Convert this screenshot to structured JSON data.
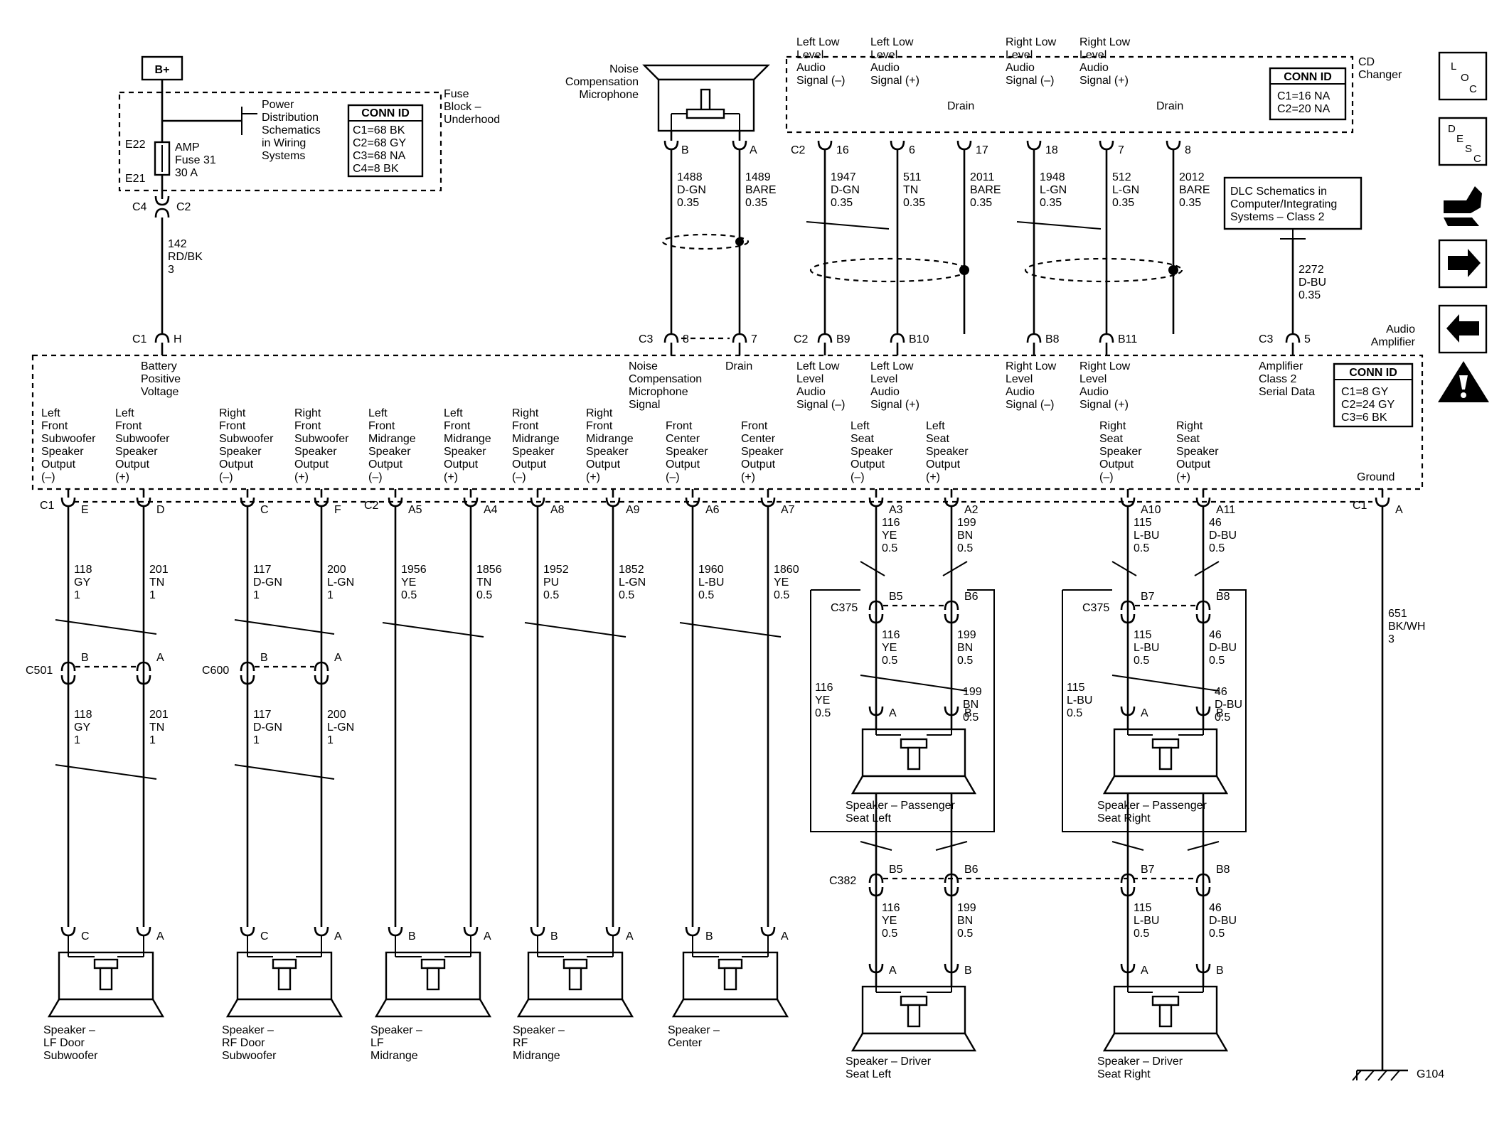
{
  "battery": "B+",
  "fuse_block": {
    "title": [
      "Fuse",
      "Block –",
      "Underhood"
    ],
    "power_distribution": [
      "Power",
      "Distribution",
      "Schematics",
      "in Wiring",
      "Systems"
    ],
    "e22": "E22",
    "e21": "E21",
    "fuse": [
      "AMP",
      "Fuse 31",
      "30 A"
    ],
    "conn_title": "CONN ID",
    "conn_lines": [
      "C1=68 BK",
      "C2=68 GY",
      "C3=68 NA",
      "C4=8 BK"
    ],
    "c4": "C4",
    "c2": "C2"
  },
  "battery_wire": [
    "142",
    "RD/BK",
    "3"
  ],
  "noise_mic": {
    "title": [
      "Noise",
      "Compensation",
      "Microphone"
    ],
    "pin_b": "B",
    "pin_a": "A",
    "wire_b": [
      "1488",
      "D-GN",
      "0.35"
    ],
    "wire_a": [
      "1489",
      "BARE",
      "0.35"
    ]
  },
  "cd_changer": {
    "title": [
      "CD",
      "Changer"
    ],
    "labels": [
      [
        "Left Low",
        "Level",
        "Audio",
        "Signal (–)"
      ],
      [
        "Left Low",
        "Level",
        "Audio",
        "Signal (+)"
      ],
      [
        "Drain"
      ],
      [
        "Right Low",
        "Level",
        "Audio",
        "Signal (–)"
      ],
      [
        "Right Low",
        "Level",
        "Audio",
        "Signal (+)"
      ],
      [
        "Drain"
      ]
    ],
    "conn_prefix": "C2",
    "pins": [
      "16",
      "6",
      "17",
      "18",
      "7",
      "8"
    ],
    "wires": [
      [
        "1947",
        "D-GN",
        "0.35"
      ],
      [
        "511",
        "TN",
        "0.35"
      ],
      [
        "2011",
        "BARE",
        "0.35"
      ],
      [
        "1948",
        "L-GN",
        "0.35"
      ],
      [
        "512",
        "L-GN",
        "0.35"
      ],
      [
        "2012",
        "BARE",
        "0.35"
      ]
    ],
    "conn_title": "CONN ID",
    "conn_lines": [
      "C1=16 NA",
      "C2=20 NA"
    ]
  },
  "dlc": {
    "box": [
      "DLC Schematics in",
      "Computer/Integrating",
      "Systems – Class 2"
    ],
    "wire": [
      "2272",
      "D-BU",
      "0.35"
    ]
  },
  "amplifier": {
    "title": [
      "Audio",
      "Amplifier"
    ],
    "conn_title": "CONN ID",
    "conn_lines": [
      "C1=8 GY",
      "C2=24 GY",
      "C3=6 BK"
    ],
    "top_connectors": [
      {
        "conn": "C1",
        "pin": "H",
        "label": [
          "Battery",
          "Positive",
          "Voltage"
        ]
      },
      {
        "conn": "C3",
        "pin": "8",
        "label": [
          "Noise",
          "Compensation",
          "Microphone",
          "Signal"
        ]
      },
      {
        "conn": "",
        "pin": "7",
        "label": [
          "Drain"
        ]
      },
      {
        "conn": "C2",
        "pin": "B9",
        "label": [
          "Left Low",
          "Level",
          "Audio",
          "Signal (–)"
        ]
      },
      {
        "conn": "",
        "pin": "B10",
        "label": [
          "Left Low",
          "Level",
          "Audio",
          "Signal (+)"
        ]
      },
      {
        "conn": "",
        "pin": "B8",
        "label": [
          "Right Low",
          "Level",
          "Audio",
          "Signal (–)"
        ]
      },
      {
        "conn": "",
        "pin": "B11",
        "label": [
          "Right Low",
          "Level",
          "Audio",
          "Signal (+)"
        ]
      },
      {
        "conn": "C3",
        "pin": "5",
        "label": [
          "Amplifier",
          "Class 2",
          "Serial Data"
        ]
      }
    ],
    "outputs": [
      [
        "Left",
        "Front",
        "Subwoofer",
        "Speaker",
        "Output",
        "(–)"
      ],
      [
        "Left",
        "Front",
        "Subwoofer",
        "Speaker",
        "Output",
        "(+)"
      ],
      [
        "Right",
        "Front",
        "Subwoofer",
        "Speaker",
        "Output",
        "(–)"
      ],
      [
        "Right",
        "Front",
        "Subwoofer",
        "Speaker",
        "Output",
        "(+)"
      ],
      [
        "Left",
        "Front",
        "Midrange",
        "Speaker",
        "Output",
        "(–)"
      ],
      [
        "Left",
        "Front",
        "Midrange",
        "Speaker",
        "Output",
        "(+)"
      ],
      [
        "Right",
        "Front",
        "Midrange",
        "Speaker",
        "Output",
        "(–)"
      ],
      [
        "Right",
        "Front",
        "Midrange",
        "Speaker",
        "Output",
        "(+)"
      ],
      [
        "Front",
        "Center",
        "Speaker",
        "Output",
        "(–)"
      ],
      [
        "Front",
        "Center",
        "Speaker",
        "Output",
        "(+)"
      ],
      [
        "Left",
        "Seat",
        "Speaker",
        "Output",
        "(–)"
      ],
      [
        "Left",
        "Seat",
        "Speaker",
        "Output",
        "(+)"
      ],
      [
        "Right",
        "Seat",
        "Speaker",
        "Output",
        "(–)"
      ],
      [
        "Right",
        "Seat",
        "Speaker",
        "Output",
        "(+)"
      ],
      [
        "Ground"
      ]
    ],
    "bottom_c1": "C1",
    "bottom_c2": "C2",
    "bottom_pins": [
      "E",
      "D",
      "C",
      "F",
      "A5",
      "A4",
      "A8",
      "A9",
      "A6",
      "A7",
      "A3",
      "A2",
      "A10",
      "A11",
      "A"
    ]
  },
  "wires_bottom": [
    [
      "118",
      "GY",
      "1"
    ],
    [
      "201",
      "TN",
      "1"
    ],
    [
      "117",
      "D-GN",
      "1"
    ],
    [
      "200",
      "L-GN",
      "1"
    ],
    [
      "1956",
      "YE",
      "0.5"
    ],
    [
      "1856",
      "TN",
      "0.5"
    ],
    [
      "1952",
      "PU",
      "0.5"
    ],
    [
      "1852",
      "L-GN",
      "0.5"
    ],
    [
      "1960",
      "L-BU",
      "0.5"
    ],
    [
      "1860",
      "YE",
      "0.5"
    ],
    [
      "116",
      "YE",
      "0.5"
    ],
    [
      "199",
      "BN",
      "0.5"
    ],
    [
      "115",
      "L-BU",
      "0.5"
    ],
    [
      "46",
      "D-BU",
      "0.5"
    ],
    [
      "651",
      "BK/WH",
      "3"
    ]
  ],
  "c501": {
    "name": "C501",
    "pins": [
      "B",
      "A"
    ]
  },
  "c600": {
    "name": "C600",
    "pins": [
      "B",
      "A"
    ]
  },
  "c375_left": {
    "name": "C375",
    "pins": [
      "B5",
      "B6"
    ]
  },
  "c375_right": {
    "name": "C375",
    "pins": [
      "B7",
      "B8"
    ]
  },
  "c382": {
    "name": "C382",
    "pins": [
      "B5",
      "B6",
      "B7",
      "B8"
    ]
  },
  "speakers_front": [
    {
      "name": [
        "Speaker –",
        "LF Door",
        "Subwoofer"
      ],
      "pins": [
        "C",
        "A"
      ]
    },
    {
      "name": [
        "Speaker –",
        "RF Door",
        "Subwoofer"
      ],
      "pins": [
        "C",
        "A"
      ]
    },
    {
      "name": [
        "Speaker –",
        "LF",
        "Midrange"
      ],
      "pins": [
        "B",
        "A"
      ]
    },
    {
      "name": [
        "Speaker –",
        "RF",
        "Midrange"
      ],
      "pins": [
        "B",
        "A"
      ]
    },
    {
      "name": [
        "Speaker –",
        "Center"
      ],
      "pins": [
        "B",
        "A"
      ]
    }
  ],
  "speakers_seat": [
    {
      "name": [
        "Speaker – Passenger",
        "Seat Left"
      ],
      "pins": [
        "A",
        "B"
      ]
    },
    {
      "name": [
        "Speaker – Passenger",
        "Seat Right"
      ],
      "pins": [
        "A",
        "B"
      ]
    },
    {
      "name": [
        "Speaker – Driver",
        "Seat Left"
      ],
      "pins": [
        "A",
        "B"
      ]
    },
    {
      "name": [
        "Speaker – Driver",
        "Seat Right"
      ],
      "pins": [
        "A",
        "B"
      ]
    }
  ],
  "ground": "G104",
  "nav": {
    "loc": [
      "L",
      "O",
      "C"
    ],
    "desc": [
      "D",
      "E",
      "S",
      "C"
    ]
  }
}
